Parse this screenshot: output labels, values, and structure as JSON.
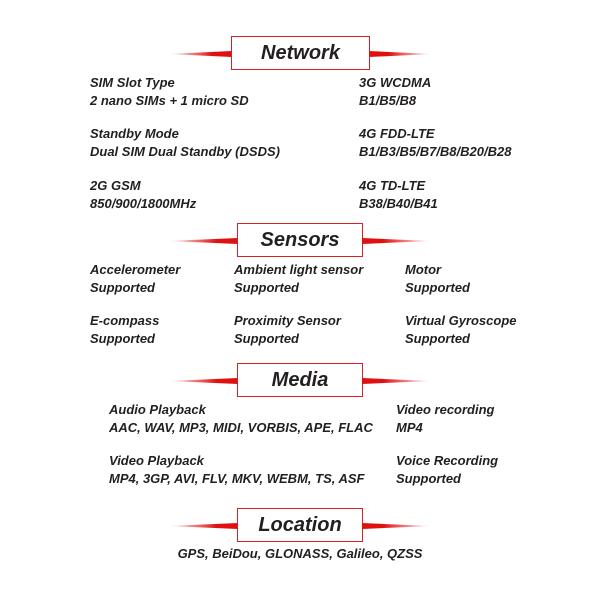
{
  "network": {
    "title": "Network",
    "items": [
      {
        "label": "SIM Slot Type",
        "value": "2 nano SIMs + 1 micro SD"
      },
      {
        "label": "Standby Mode",
        "value": "Dual SIM Dual Standby (DSDS)"
      },
      {
        "label": "2G GSM",
        "value": "850/900/1800MHz"
      },
      {
        "label": "3G WCDMA",
        "value": "B1/B5/B8"
      },
      {
        "label": "4G FDD-LTE",
        "value": "B1/B3/B5/B7/B8/B20/B28"
      },
      {
        "label": "4G TD-LTE",
        "value": "B38/B40/B41"
      }
    ]
  },
  "sensors": {
    "title": "Sensors",
    "items": [
      {
        "label": "Accelerometer",
        "value": "Supported"
      },
      {
        "label": "Ambient light sensor",
        "value": "Supported"
      },
      {
        "label": "Motor",
        "value": "Supported"
      },
      {
        "label": "E-compass",
        "value": "Supported"
      },
      {
        "label": "Proximity Sensor",
        "value": "Supported"
      },
      {
        "label": "Virtual Gyroscope",
        "value": "Supported"
      }
    ]
  },
  "media": {
    "title": "Media",
    "items": [
      {
        "label": "Audio Playback",
        "value": "AAC, WAV, MP3, MIDI, VORBIS, APE, FLAC"
      },
      {
        "label": "Video recording",
        "value": "MP4"
      },
      {
        "label": "Video Playback",
        "value": "MP4, 3GP, AVI, FLV, MKV, WEBM, TS, ASF"
      },
      {
        "label": "Voice Recording",
        "value": "Supported"
      }
    ]
  },
  "location": {
    "title": "Location",
    "value": "GPS, BeiDou, GLONASS, Galileo, QZSS"
  },
  "colors": {
    "accent": "#d91f26",
    "text": "#231f20"
  }
}
